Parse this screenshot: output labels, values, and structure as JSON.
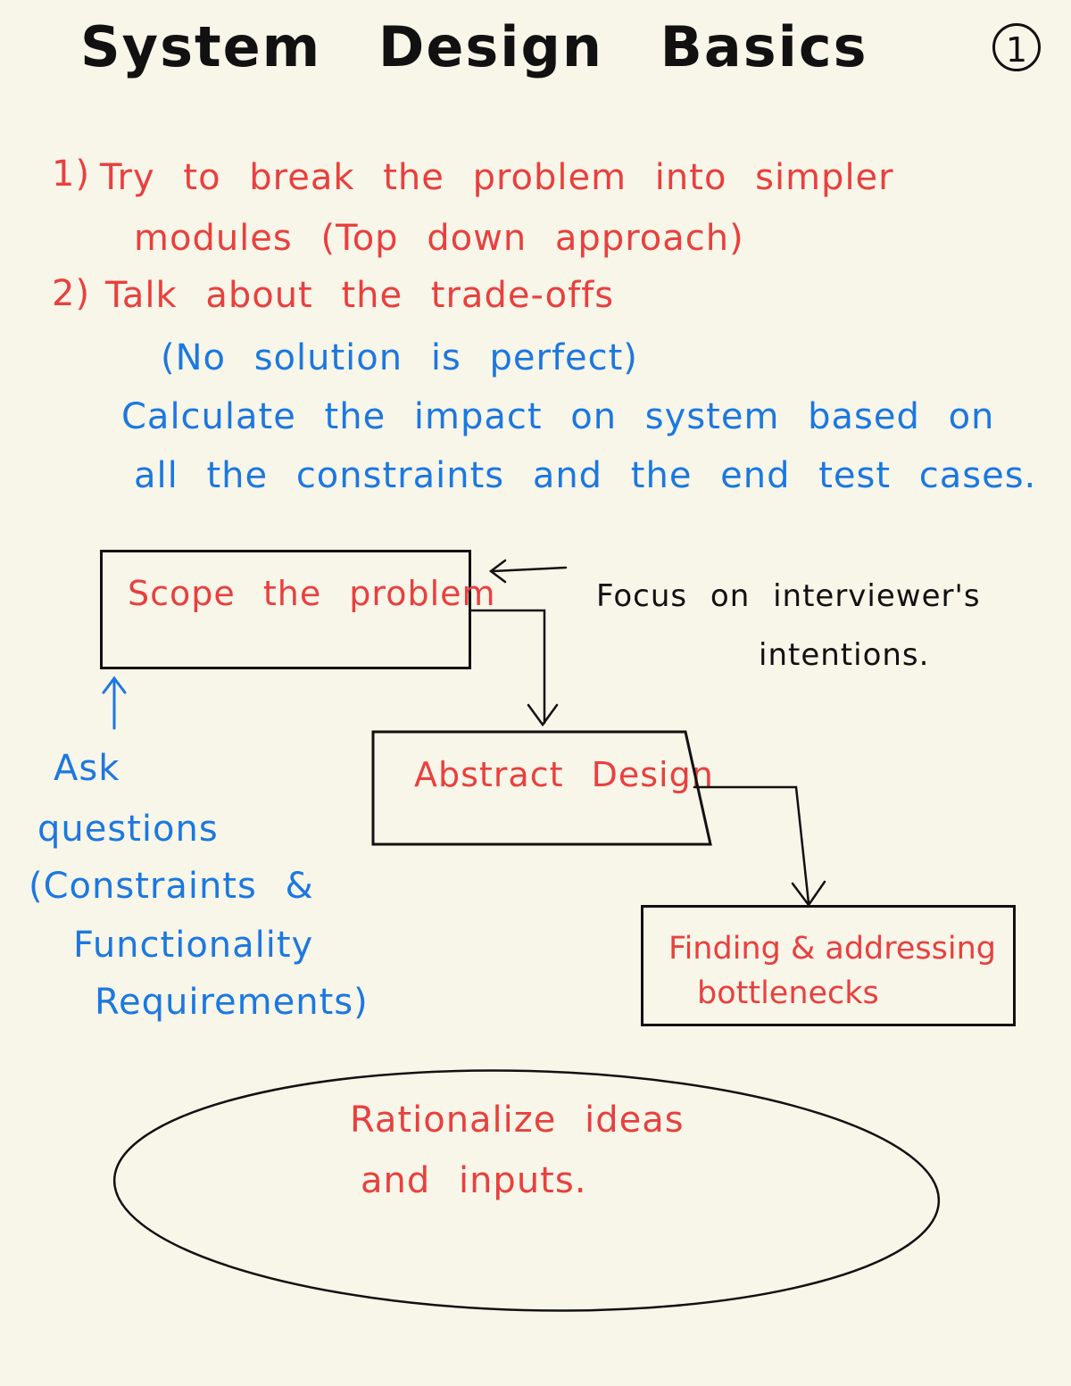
{
  "title": "System Design Basics",
  "page_number": "1",
  "notes": {
    "item1_marker": "1)",
    "item1_line1": "Try to break the problem into simpler",
    "item1_line2": "modules (Top down approach)",
    "item2_marker": "2)",
    "item2_line1": "Talk about the trade-offs",
    "item2_line2": "(No solution is perfect)",
    "blue_line1": "Calculate the impact on system based on",
    "blue_line2": "all the constraints and the end test cases."
  },
  "diagram": {
    "scope_box": "Scope the problem",
    "focus_note_line1": "Focus on interviewer's",
    "focus_note_line2": "intentions.",
    "abstract_box": "Abstract Design",
    "bottleneck_box_line1": "Finding & addressing",
    "bottleneck_box_line2": "bottlenecks",
    "ask_line1": "Ask",
    "ask_line2": "questions",
    "ask_line3": "(Constraints &",
    "ask_line4": "Functionality",
    "ask_line5": "Requirements)",
    "ellipse_line1": "Rationalize ideas",
    "ellipse_line2": "and inputs."
  },
  "colors": {
    "red_ink": "#e8403e",
    "blue_ink": "#1b78e0",
    "black_ink": "#111111",
    "paper": "#f8f5e9",
    "rule_line": "#cfd1cf"
  }
}
